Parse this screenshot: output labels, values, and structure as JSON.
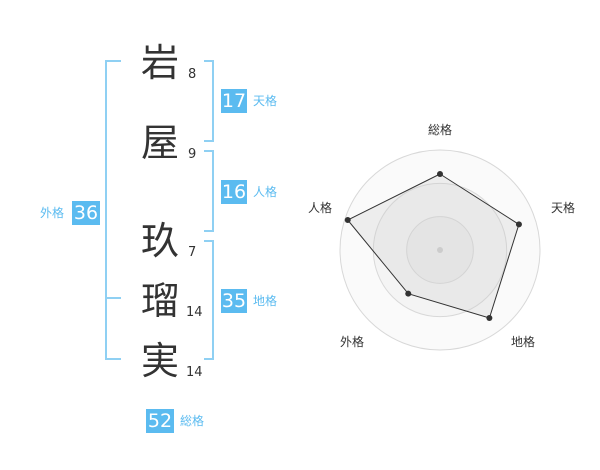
{
  "name_chars": [
    {
      "char": "岩",
      "strokes": "8"
    },
    {
      "char": "屋",
      "strokes": "9"
    },
    {
      "char": "玖",
      "strokes": "7"
    },
    {
      "char": "瑠",
      "strokes": "14"
    },
    {
      "char": "実",
      "strokes": "14"
    }
  ],
  "scores": {
    "tenkaku": {
      "value": "17",
      "label": "天格"
    },
    "jinkaku": {
      "value": "16",
      "label": "人格"
    },
    "chikaku": {
      "value": "35",
      "label": "地格"
    },
    "gaikaku": {
      "value": "36",
      "label": "外格"
    },
    "soukaku": {
      "value": "52",
      "label": "総格"
    }
  },
  "colors": {
    "accent": "#5bbbf0",
    "bracket": "#8fd0f3",
    "text": "#333333"
  },
  "chart_data": {
    "type": "radar",
    "axes": [
      "総格",
      "天格",
      "地格",
      "外格",
      "人格"
    ],
    "values": [
      0.76,
      0.83,
      0.84,
      0.54,
      0.97
    ],
    "range": [
      0,
      1
    ],
    "rings": 3
  }
}
